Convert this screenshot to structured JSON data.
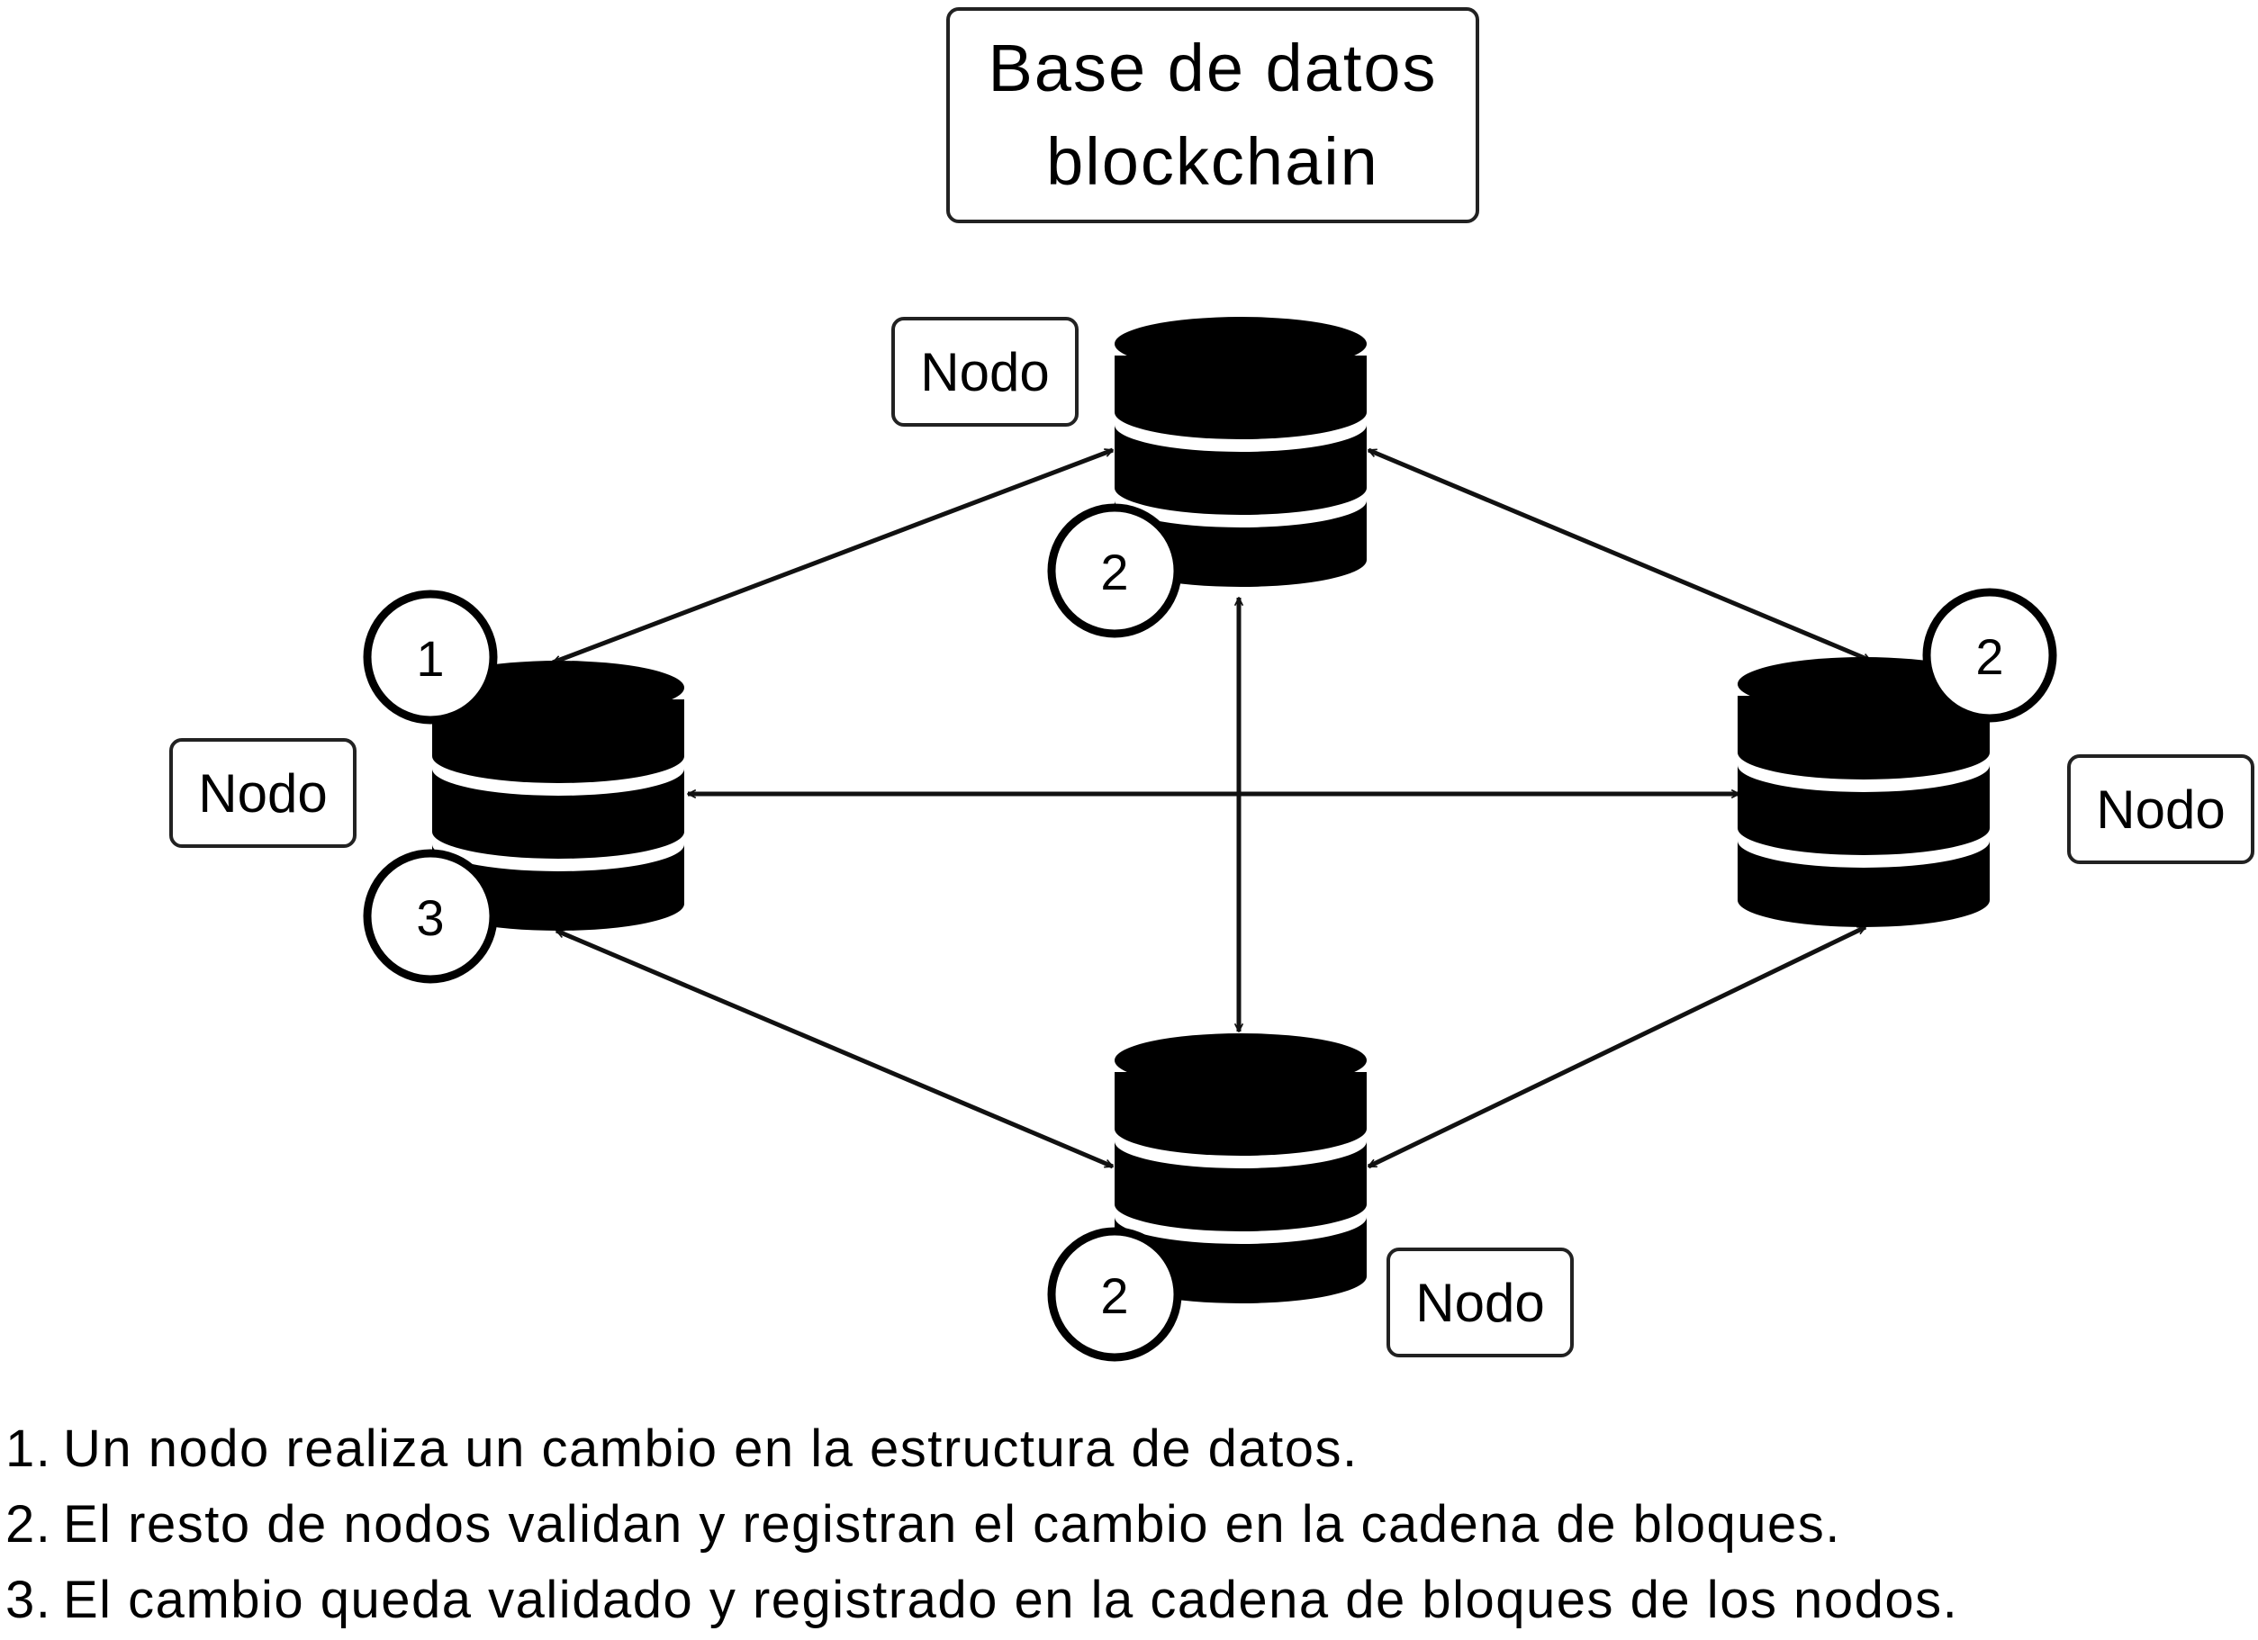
{
  "title": {
    "line1": "Base de datos",
    "line2": "blockchain"
  },
  "nodes": [
    {
      "id": "top",
      "label": "Nodo",
      "badges": [
        "2"
      ]
    },
    {
      "id": "left",
      "label": "Nodo",
      "badges": [
        "1",
        "3"
      ]
    },
    {
      "id": "right",
      "label": "Nodo",
      "badges": [
        "2"
      ]
    },
    {
      "id": "bottom",
      "label": "Nodo",
      "badges": [
        "2"
      ]
    }
  ],
  "connections": [
    {
      "from": "top",
      "to": "left",
      "arrows": "both"
    },
    {
      "from": "top",
      "to": "right",
      "arrows": "both"
    },
    {
      "from": "top",
      "to": "bottom",
      "arrows": "both"
    },
    {
      "from": "left",
      "to": "right",
      "arrows": "both"
    },
    {
      "from": "left",
      "to": "bottom",
      "arrows": "both"
    },
    {
      "from": "right",
      "to": "bottom",
      "arrows": "both"
    }
  ],
  "legend": [
    {
      "num": "1.",
      "text": "Un nodo realiza un cambio en la estructura de datos."
    },
    {
      "num": "2.",
      "text": "El resto de nodos validan y registran el cambio en la cadena de bloques."
    },
    {
      "num": "3.",
      "text": "El cambio queda validado y registrado en la cadena de bloques de los nodos."
    }
  ]
}
